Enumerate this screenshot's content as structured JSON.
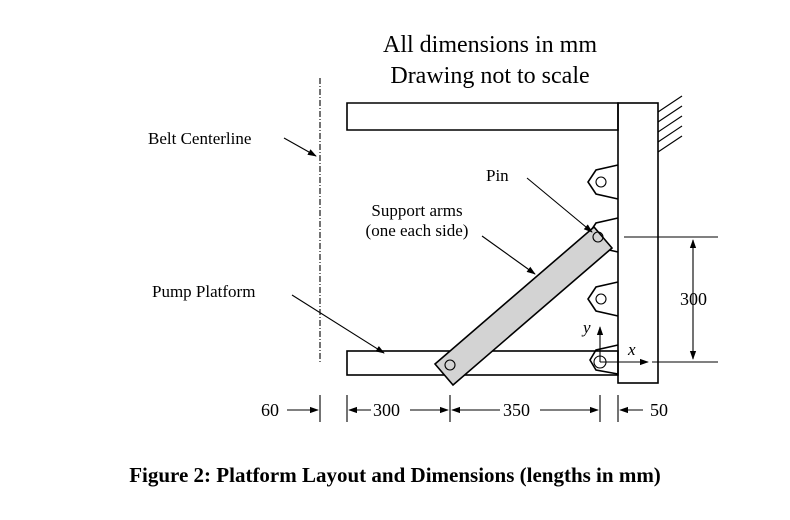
{
  "notes": {
    "line1": "All dimensions in mm",
    "line2": "Drawing not to scale"
  },
  "labels": {
    "belt_centerline": "Belt Centerline",
    "pin": "Pin",
    "support_arms_line1": "Support arms",
    "support_arms_line2": "(one each side)",
    "pump_platform": "Pump Platform"
  },
  "axes": {
    "x": "x",
    "y": "y"
  },
  "dimensions": {
    "belt_offset": "60",
    "platform_span": "300",
    "arm_span": "350",
    "wall_offset": "50",
    "vertical_height": "300"
  },
  "caption": "Figure 2: Platform Layout and Dimensions (lengths in mm)",
  "colors": {
    "arm_fill": "#d3d3d3",
    "line": "#000000"
  }
}
